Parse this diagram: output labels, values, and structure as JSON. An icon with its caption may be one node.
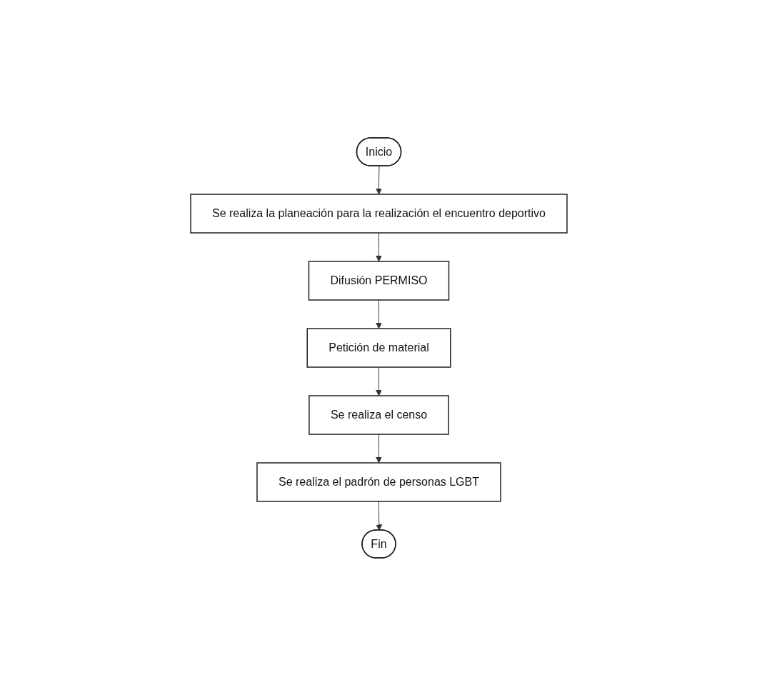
{
  "diagram": {
    "nodes": [
      {
        "text": [
          "Inicio"
        ]
      },
      {
        "text": [
          "Se realiza la planeación para la realización el encuentro deportivo"
        ]
      },
      {
        "text": [
          "Difusión PERMISO"
        ]
      },
      {
        "text": [
          "Petición de material"
        ]
      },
      {
        "text": [
          "Se realiza el censo"
        ]
      },
      {
        "text": [
          "Se realiza el padrón de personas LGBT"
        ]
      },
      {
        "text": [
          "Fin"
        ]
      }
    ],
    "edges": [
      {
        "from": 0,
        "to": 1,
        "arrow": "to"
      },
      {
        "from": 1,
        "to": 2,
        "arrow": "to"
      },
      {
        "from": 2,
        "to": 3,
        "arrow": "to"
      },
      {
        "from": 3,
        "to": 4,
        "arrow": "to"
      },
      {
        "from": 4,
        "to": 5,
        "arrow": "to"
      },
      {
        "from": 5,
        "to": 6,
        "arrow": "to"
      }
    ]
  }
}
